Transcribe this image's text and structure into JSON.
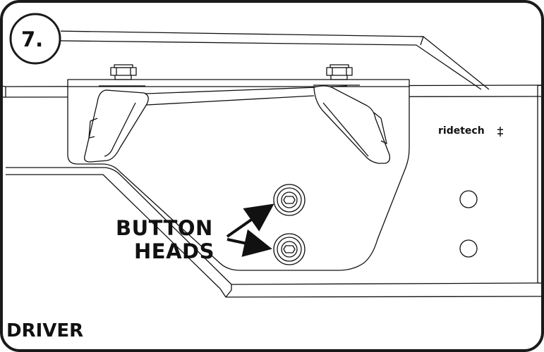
{
  "step_label": "7.",
  "callout": {
    "line1": "BUTTON",
    "line2": "HEADS"
  },
  "brand": "ridetech",
  "caption": "DRIVER",
  "colors": {
    "ink": "#111111",
    "paper": "#ffffff",
    "frame_border": "#1a1a1a"
  },
  "icons": {
    "brand_logo": "ridetech-logo-icon",
    "step_badge": "step-number-badge"
  }
}
